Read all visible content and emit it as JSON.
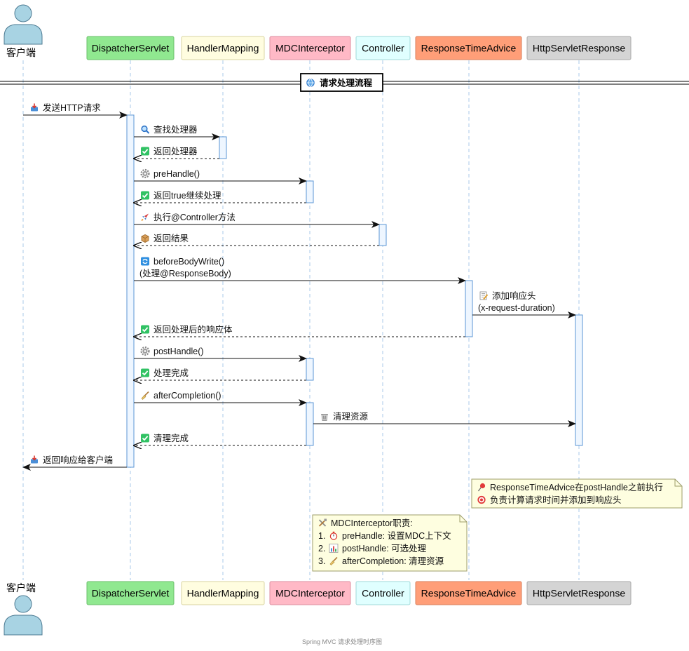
{
  "participants": [
    {
      "id": "client",
      "label": "客户端",
      "type": "actor"
    },
    {
      "id": "dispatcher",
      "label": "DispatcherServlet",
      "fill": "#90e890",
      "stroke": "#6bbf6b"
    },
    {
      "id": "mapping",
      "label": "HandlerMapping",
      "fill": "#fffde0",
      "stroke": "#d8d4a0"
    },
    {
      "id": "mdc",
      "label": "MDCInterceptor",
      "fill": "#ffb9c6",
      "stroke": "#dc8fa0"
    },
    {
      "id": "controller",
      "label": "Controller",
      "fill": "#e0ffff",
      "stroke": "#9fd8d8"
    },
    {
      "id": "advice",
      "label": "ResponseTimeAdvice",
      "fill": "#ff9e78",
      "stroke": "#d9805c"
    },
    {
      "id": "response",
      "label": "HttpServletResponse",
      "fill": "#d4d4d4",
      "stroke": "#aaaaaa"
    }
  ],
  "divider": {
    "icon": "globe-icon",
    "label": "请求处理流程"
  },
  "messages": [
    {
      "from": "client",
      "to": "dispatcher",
      "icon": "inbox-tray-icon",
      "lines": [
        "发送HTTP请求"
      ],
      "dashed": false
    },
    {
      "from": "dispatcher",
      "to": "mapping",
      "icon": "magnifier-icon",
      "lines": [
        "查找处理器"
      ],
      "dashed": false
    },
    {
      "from": "mapping",
      "to": "dispatcher",
      "icon": "check-mark-icon",
      "lines": [
        "返回处理器"
      ],
      "dashed": true
    },
    {
      "from": "dispatcher",
      "to": "mdc",
      "icon": "gear-icon",
      "lines": [
        "preHandle()"
      ],
      "dashed": false
    },
    {
      "from": "mdc",
      "to": "dispatcher",
      "icon": "check-mark-icon",
      "lines": [
        "返回true继续处理"
      ],
      "dashed": true
    },
    {
      "from": "dispatcher",
      "to": "controller",
      "icon": "rocket-icon",
      "lines": [
        "执行@Controller方法"
      ],
      "dashed": false
    },
    {
      "from": "controller",
      "to": "dispatcher",
      "icon": "package-icon",
      "lines": [
        "返回结果"
      ],
      "dashed": true
    },
    {
      "from": "dispatcher",
      "to": "advice",
      "icon": "refresh-icon",
      "lines": [
        "beforeBodyWrite()",
        "(处理@ResponseBody)"
      ],
      "dashed": false
    },
    {
      "from": "advice",
      "to": "response",
      "icon": "memo-icon",
      "lines": [
        "添加响应头",
        "(x-request-duration)"
      ],
      "dashed": false
    },
    {
      "from": "advice",
      "to": "dispatcher",
      "icon": "check-mark-icon",
      "lines": [
        "返回处理后的响应体"
      ],
      "dashed": true
    },
    {
      "from": "dispatcher",
      "to": "mdc",
      "icon": "gear-icon",
      "lines": [
        "postHandle()"
      ],
      "dashed": false
    },
    {
      "from": "mdc",
      "to": "dispatcher",
      "icon": "check-mark-icon",
      "lines": [
        "处理完成"
      ],
      "dashed": true
    },
    {
      "from": "dispatcher",
      "to": "mdc",
      "icon": "broom-icon",
      "lines": [
        "afterCompletion()"
      ],
      "dashed": false
    },
    {
      "from": "mdc",
      "to": "response",
      "icon": "wastebasket-icon",
      "lines": [
        "清理资源"
      ],
      "dashed": false
    },
    {
      "from": "mdc",
      "to": "dispatcher",
      "icon": "check-mark-icon",
      "lines": [
        "清理完成"
      ],
      "dashed": true
    },
    {
      "from": "dispatcher",
      "to": "client",
      "icon": "inbox-tray-icon",
      "lines": [
        "返回响应给客户端"
      ],
      "dashed": false
    }
  ],
  "notes": [
    {
      "lines": [
        {
          "icon": "pushpin-icon",
          "text": "ResponseTimeAdvice在postHandle之前执行"
        },
        {
          "icon": "target-icon",
          "text": "负责计算请求时间并添加到响应头"
        }
      ]
    },
    {
      "lines": [
        {
          "icon": "tools-icon",
          "text": "MDCInterceptor职责:"
        },
        {
          "prefix": "1.",
          "icon": "stopwatch-icon",
          "text": "preHandle: 设置MDC上下文"
        },
        {
          "prefix": "2.",
          "icon": "bar-chart-icon",
          "text": "postHandle: 可选处理"
        },
        {
          "prefix": "3.",
          "icon": "broom-icon",
          "text": "afterCompletion: 清理资源"
        }
      ]
    }
  ],
  "caption": "Spring MVC 请求处理时序图"
}
